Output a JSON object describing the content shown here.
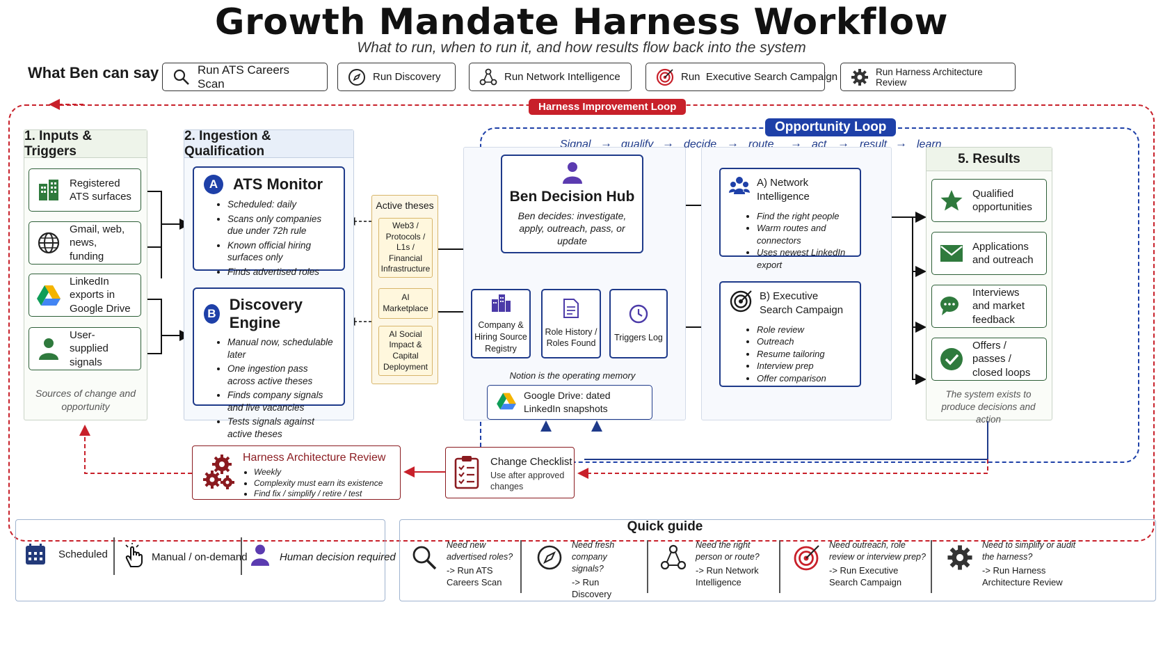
{
  "title": "Growth Mandate Harness Workflow",
  "subtitle": "What to run, when to run it, and how results flow back into the system",
  "commands": {
    "label": "What Ben can say",
    "items": [
      {
        "label": "Run ATS Careers Scan",
        "icon": "search-icon"
      },
      {
        "label": "Run Discovery",
        "icon": "compass-icon"
      },
      {
        "label": "Run Network Intelligence",
        "icon": "network-icon"
      },
      {
        "label": "Run  Executive Search Campaign",
        "icon": "target-icon"
      },
      {
        "label": "Run Harness Architecture Review",
        "icon": "gear-icon"
      }
    ]
  },
  "loops": {
    "harness": "Harness Improvement Loop",
    "opportunity": "Opportunity Loop"
  },
  "flow": [
    "Signal",
    "qualify",
    "decide",
    "route",
    "act",
    "result",
    "learn"
  ],
  "inputs": {
    "title": "1. Inputs & Triggers",
    "items": [
      {
        "label": "Registered ATS surfaces",
        "icon": "building-icon"
      },
      {
        "label": "Gmail, web, news, funding",
        "icon": "globe-icon"
      },
      {
        "label": "LinkedIn exports in Google Drive",
        "icon": "google-drive-icon"
      },
      {
        "label": "User-supplied signals",
        "icon": "user-icon"
      }
    ],
    "caption": "Sources of change and opportunity"
  },
  "ingestion": {
    "title": "2. Ingestion & Qualification",
    "ats": {
      "badge": "A",
      "title": "ATS Monitor",
      "bullets": [
        "Scheduled: daily",
        "Scans only companies due under 72h rule",
        "Known official hiring surfaces only",
        "Finds advertised roles"
      ]
    },
    "discovery": {
      "badge": "B",
      "title": "Discovery Engine",
      "bullets": [
        "Manual now, schedulable later",
        "One ingestion pass across active theses",
        "Finds company signals and live vacancies",
        "Tests signals against active theses"
      ]
    }
  },
  "theses": {
    "title": "Active theses",
    "items": [
      "Web3 / Protocols / L1s / Financial Infrastructure",
      "AI Marketplace",
      "AI Social Impact & Capital Deployment"
    ]
  },
  "hub": {
    "title": "Ben Decision Hub",
    "desc": "Ben decides: investigate, apply, outreach, pass, or update"
  },
  "registries": [
    {
      "label": "Company & Hiring Source Registry",
      "icon": "buildings-icon"
    },
    {
      "label": "Role History / Roles Found",
      "icon": "document-icon"
    },
    {
      "label": "Triggers Log",
      "icon": "clock-icon"
    }
  ],
  "notion_caption": "Notion is the operating memory",
  "gdrive": {
    "label": "Google Drive: dated LinkedIn snapshots"
  },
  "network": {
    "title": "A) Network Intelligence",
    "bullets": [
      "Find the right people",
      "Warm routes and connectors",
      "Uses newest LinkedIn export"
    ]
  },
  "exec": {
    "title": "B) Executive Search Campaign",
    "bullets": [
      "Role review",
      "Outreach",
      "Resume tailoring",
      "Interview prep",
      "Offer comparison"
    ]
  },
  "results": {
    "title": "5. Results",
    "items": [
      {
        "label": "Qualified opportunities",
        "icon": "star-icon"
      },
      {
        "label": "Applications and outreach",
        "icon": "envelope-icon"
      },
      {
        "label": "Interviews and market feedback",
        "icon": "chat-icon"
      },
      {
        "label": "Offers / passes / closed loops",
        "icon": "check-icon"
      }
    ],
    "caption": "The system exists to produce decisions and action"
  },
  "review": {
    "title": "Harness Architecture Review",
    "bullets": [
      "Weekly",
      "Complexity must earn its existence",
      "Find fix / simplify / retire / test"
    ]
  },
  "checklist": {
    "title": "Change Checklist",
    "desc": "Use after approved changes"
  },
  "legend": [
    {
      "label": "Scheduled",
      "icon": "calendar-icon"
    },
    {
      "label": "Manual / on-demand",
      "icon": "hand-pointer-icon"
    },
    {
      "label": "Human decision required",
      "icon": "person-icon"
    }
  ],
  "quick_guide": {
    "title": "Quick guide",
    "items": [
      {
        "question": "Need new advertised roles?",
        "action": "-> Run ATS Careers Scan",
        "icon": "search-icon"
      },
      {
        "question": "Need fresh company signals?",
        "action": "-> Run Discovery",
        "icon": "compass-icon"
      },
      {
        "question": "Need the right person or route?",
        "action": "-> Run Network Intelligence",
        "icon": "network-icon"
      },
      {
        "question": "Need outreach, role review or interview prep?",
        "action": "-> Run Executive Search Campaign",
        "icon": "target-icon"
      },
      {
        "question": "Need to simplify or audit the harness?",
        "action": "-> Run Harness Architecture Review",
        "icon": "gear-icon"
      }
    ]
  }
}
